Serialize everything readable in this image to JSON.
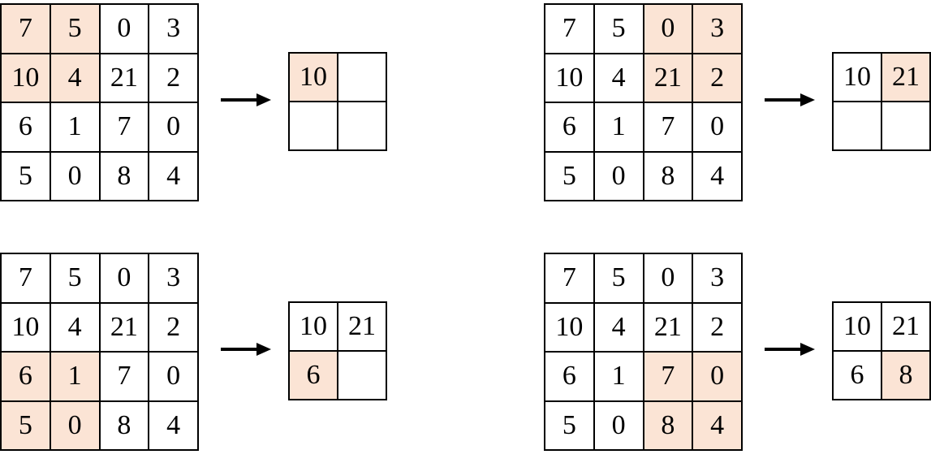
{
  "colors": {
    "highlight": "#fbe4d5",
    "line": "#000000",
    "background": "#ffffff"
  },
  "arrow_icon": "right-arrow-icon",
  "input_values": [
    [
      "7",
      "5",
      "0",
      "3"
    ],
    [
      "10",
      "4",
      "21",
      "2"
    ],
    [
      "6",
      "1",
      "7",
      "0"
    ],
    [
      "5",
      "0",
      "8",
      "4"
    ]
  ],
  "panels": [
    {
      "input": [
        [
          "7",
          "5",
          "0",
          "3"
        ],
        [
          "10",
          "4",
          "21",
          "2"
        ],
        [
          "6",
          "1",
          "7",
          "0"
        ],
        [
          "5",
          "0",
          "8",
          "4"
        ]
      ],
      "input_highlight": [
        [
          0,
          0
        ],
        [
          0,
          1
        ],
        [
          1,
          0
        ],
        [
          1,
          1
        ]
      ],
      "output": [
        [
          "10",
          ""
        ],
        [
          "",
          ""
        ]
      ],
      "output_highlight": [
        [
          0,
          0
        ]
      ]
    },
    {
      "input": [
        [
          "7",
          "5",
          "0",
          "3"
        ],
        [
          "10",
          "4",
          "21",
          "2"
        ],
        [
          "6",
          "1",
          "7",
          "0"
        ],
        [
          "5",
          "0",
          "8",
          "4"
        ]
      ],
      "input_highlight": [
        [
          0,
          2
        ],
        [
          0,
          3
        ],
        [
          1,
          2
        ],
        [
          1,
          3
        ]
      ],
      "output": [
        [
          "10",
          "21"
        ],
        [
          "",
          ""
        ]
      ],
      "output_highlight": [
        [
          0,
          1
        ]
      ]
    },
    {
      "input": [
        [
          "7",
          "5",
          "0",
          "3"
        ],
        [
          "10",
          "4",
          "21",
          "2"
        ],
        [
          "6",
          "1",
          "7",
          "0"
        ],
        [
          "5",
          "0",
          "8",
          "4"
        ]
      ],
      "input_highlight": [
        [
          2,
          0
        ],
        [
          2,
          1
        ],
        [
          3,
          0
        ],
        [
          3,
          1
        ]
      ],
      "output": [
        [
          "10",
          "21"
        ],
        [
          "6",
          ""
        ]
      ],
      "output_highlight": [
        [
          1,
          0
        ]
      ]
    },
    {
      "input": [
        [
          "7",
          "5",
          "0",
          "3"
        ],
        [
          "10",
          "4",
          "21",
          "2"
        ],
        [
          "6",
          "1",
          "7",
          "0"
        ],
        [
          "5",
          "0",
          "8",
          "4"
        ]
      ],
      "input_highlight": [
        [
          2,
          2
        ],
        [
          2,
          3
        ],
        [
          3,
          2
        ],
        [
          3,
          3
        ]
      ],
      "output": [
        [
          "10",
          "21"
        ],
        [
          "6",
          "8"
        ]
      ],
      "output_highlight": [
        [
          1,
          1
        ]
      ]
    }
  ]
}
